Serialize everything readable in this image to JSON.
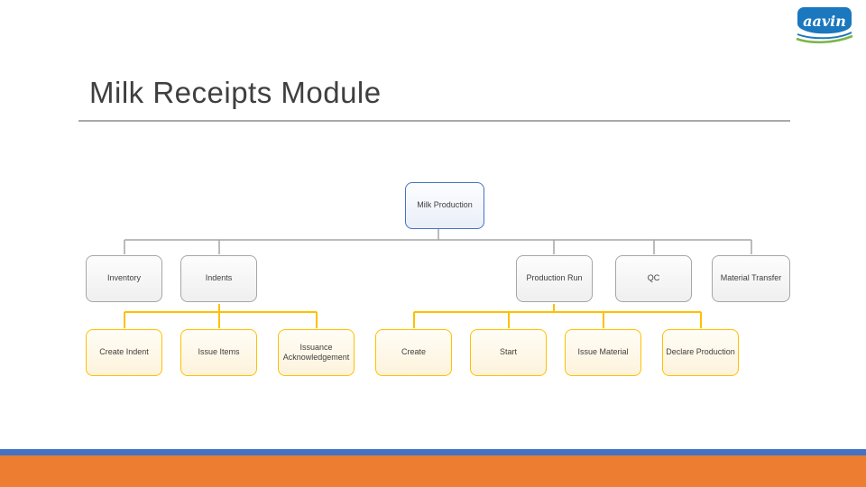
{
  "slide": {
    "title": "Milk Receipts Module"
  },
  "logo": {
    "text": "aavin"
  },
  "diagram": {
    "type": "org-chart",
    "root": {
      "label": "Milk Production",
      "children": [
        {
          "label": "Inventory",
          "children": []
        },
        {
          "label": "Indents",
          "children": [
            {
              "label": "Create Indent"
            },
            {
              "label": "Issue Items"
            },
            {
              "label": "Issuance Acknowledgement"
            }
          ]
        },
        {
          "label": "Production Run",
          "children": [
            {
              "label": "Create"
            },
            {
              "label": "Start"
            },
            {
              "label": "Issue Material"
            },
            {
              "label": "Declare Production"
            }
          ]
        },
        {
          "label": "QC",
          "children": []
        },
        {
          "label": "Material Transfer",
          "children": []
        }
      ]
    }
  },
  "colors": {
    "accent_blue": "#4472C4",
    "accent_gray": "#A6A6A6",
    "accent_gold": "#FFC000",
    "footer_orange": "#ED7D31",
    "footer_blue": "#4472C4",
    "title_text": "#3F3F3F",
    "node_text": "#404040",
    "logo_blue": "#1B78BE",
    "logo_green": "#7AB648"
  }
}
